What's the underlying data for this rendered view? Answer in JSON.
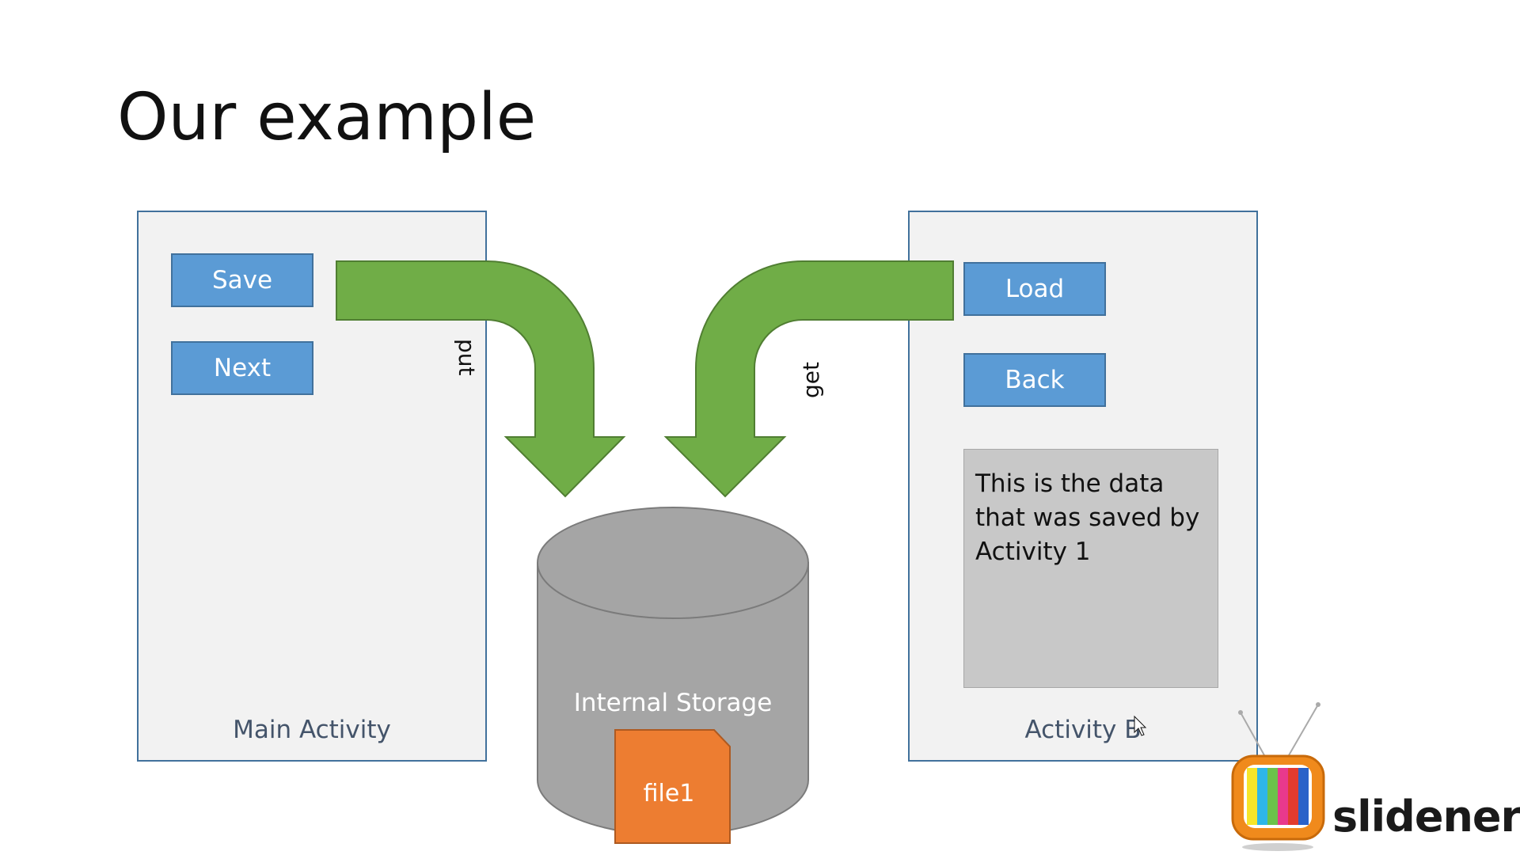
{
  "slide": {
    "title": "Our example"
  },
  "main_activity": {
    "caption": "Main Activity",
    "save_label": "Save",
    "next_label": "Next"
  },
  "activity_b": {
    "caption": "Activity B",
    "load_label": "Load",
    "back_label": "Back",
    "data_text": "This is the data that was saved by Activity 1"
  },
  "arrows": {
    "put_label": "put",
    "get_label": "get"
  },
  "storage": {
    "label": "Internal Storage",
    "file_label": "file1"
  },
  "branding": {
    "logo_text": "slidenerd"
  },
  "colors": {
    "panel_fill": "#f2f2f2",
    "panel_border": "#41719c",
    "button_fill": "#5b9bd5",
    "arrow_green": "#70ad47",
    "cylinder_gray": "#a5a5a5",
    "file_orange": "#ed7d31"
  }
}
